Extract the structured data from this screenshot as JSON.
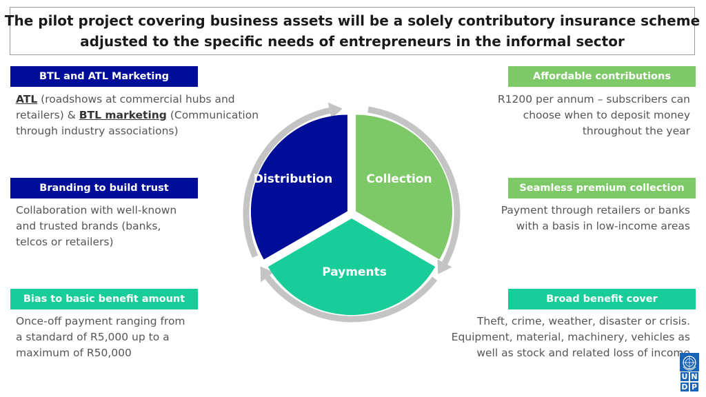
{
  "title": {
    "line1": "The pilot project covering business assets will be a solely contributory insurance scheme",
    "line2": "adjusted to the specific needs of entrepreneurs in the informal sector"
  },
  "left_panels": [
    {
      "label": "BTL and ATL Marketing",
      "desc_lines": [
        {
          "a": "ATL",
          "b": " (roadshows at commercial hubs and"
        },
        {
          "a": "",
          "b": "retailers) & ",
          "c": "BTL marketing",
          "d": " (Communication"
        },
        {
          "a": "",
          "b": "through industry associations)"
        }
      ]
    },
    {
      "label": "Branding to build trust",
      "desc_lines": [
        "Collaboration with well-known",
        "and trusted brands (banks,",
        "telcos or retailers)"
      ]
    },
    {
      "label": "Bias to basic benefit amount",
      "desc_lines": [
        "Once-off payment ranging from",
        "a standard of R5,000 up to a",
        "maximum of R50,000"
      ]
    }
  ],
  "right_panels": [
    {
      "label": "Affordable contributions",
      "desc_lines": [
        "R1200 per annum – subscribers can",
        "choose when to deposit money",
        "throughout the year"
      ]
    },
    {
      "label": "Seamless premium collection",
      "desc_lines": [
        "Payment through retailers or banks",
        "with a basis in low-income areas"
      ]
    },
    {
      "label": "Broad benefit cover",
      "desc_lines": [
        "Theft, crime, weather, disaster or crisis.",
        "Equipment, material, machinery, vehicles as",
        "well as stock and related loss of income"
      ]
    }
  ],
  "cycle": {
    "segments": [
      {
        "name": "Distribution",
        "color": "#000d99",
        "text_color": "#ffffff"
      },
      {
        "name": "Collection",
        "color": "#7ec967",
        "text_color": "#ffffff"
      },
      {
        "name": "Payments",
        "color": "#18cd99",
        "text_color": "#ffffff"
      }
    ],
    "arrow_color": "#c4c4c4"
  },
  "colors": {
    "blue": "#000d99",
    "green": "#7ec967",
    "teal": "#18cd99",
    "text_gray": "#555555"
  },
  "logo": {
    "icon": "un-emblem-icon",
    "letters": [
      "U",
      "N",
      "D",
      "P"
    ]
  }
}
